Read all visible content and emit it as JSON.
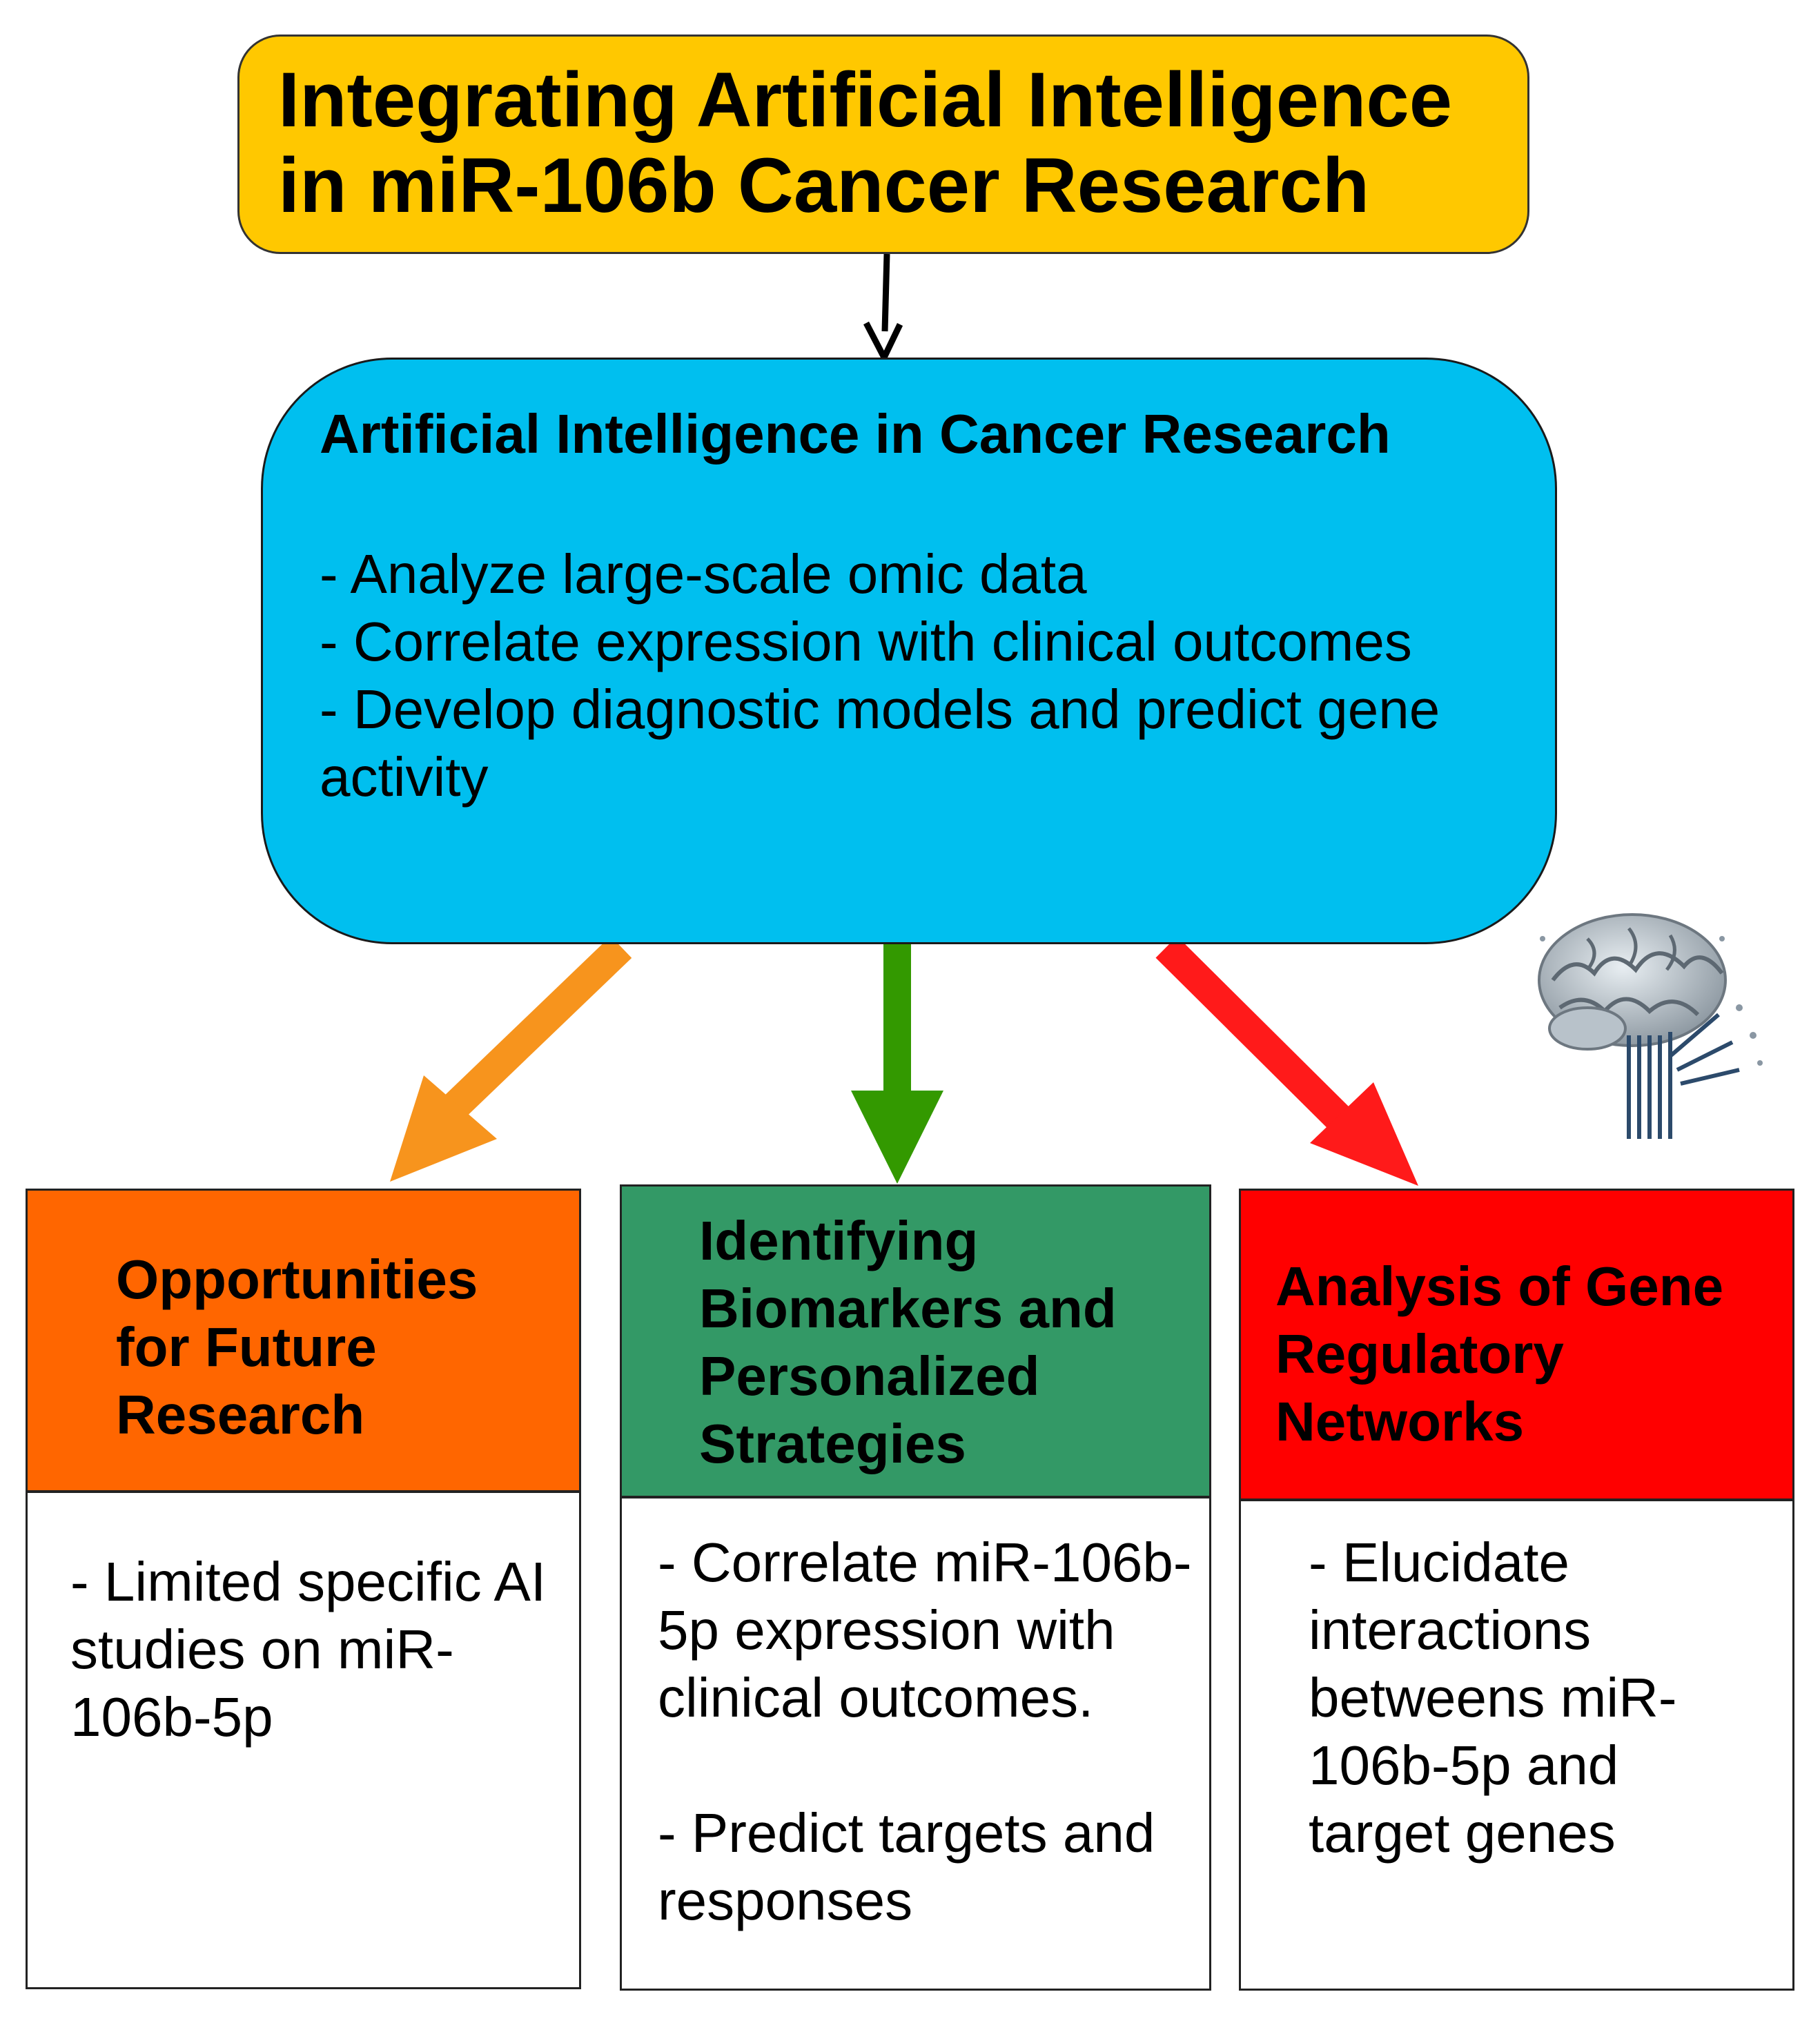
{
  "title": {
    "line1": "Integrating Artificial Intelligence",
    "line2": "in miR-106b Cancer Research",
    "color": "#ffc800"
  },
  "ai_box": {
    "heading": "Artificial Intelligence in Cancer Research",
    "bullets": [
      "- Analyze large-scale omic data",
      "- Correlate expression with clinical outcomes",
      "- Develop diagnostic models and predict gene activity"
    ],
    "color": "#00bfef"
  },
  "columns": [
    {
      "heading": "Opportunities for Future Research",
      "body": [
        "- Limited specific AI studies on miR-106b-5p"
      ],
      "color": "#ff6600",
      "arrow_color": "#f7941d"
    },
    {
      "heading": "Identifying Biomarkers and Personalized Strategies",
      "body": [
        "- Correlate miR-106b-5p expression with clinical outcomes.",
        "- Predict targets and responses"
      ],
      "color": "#339966",
      "arrow_color": "#339900"
    },
    {
      "heading": "Analysis of Gene Regulatory Networks",
      "body": [
        "- Elucidate interactions betweens miR-106b-5p and target genes"
      ],
      "color": "#ff0000",
      "arrow_color": "#ff1a1a"
    }
  ],
  "icons": {
    "brain": "brain-circuit-icon"
  }
}
